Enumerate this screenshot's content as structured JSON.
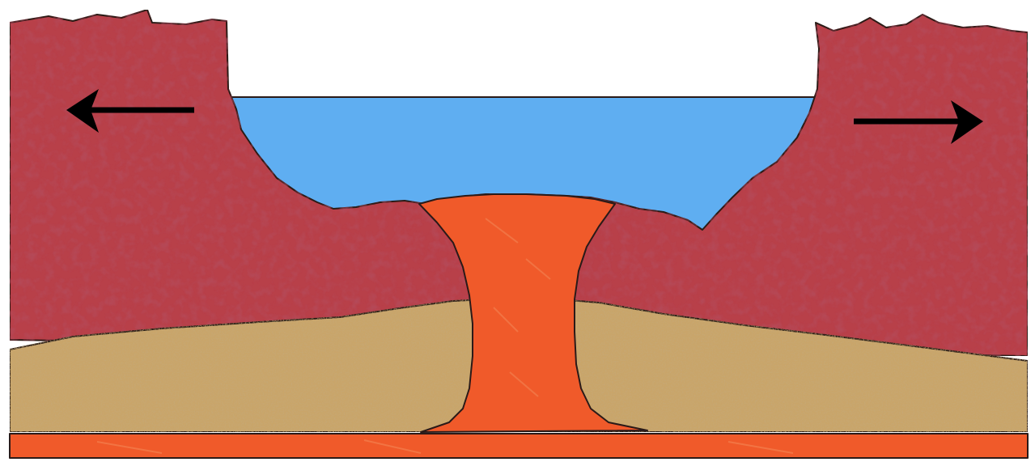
{
  "diagram": {
    "kind": "divergent-plate-boundary-cross-section",
    "layers": [
      {
        "name": "water",
        "color": "#5faef1"
      },
      {
        "name": "crust",
        "color": "#b8404a"
      },
      {
        "name": "sediment-layer",
        "color": "#c9a56a"
      },
      {
        "name": "magma",
        "color": "#f05a2a"
      }
    ],
    "arrows": [
      {
        "name": "left-arrow",
        "direction": "left",
        "color": "#000000"
      },
      {
        "name": "right-arrow",
        "direction": "right",
        "color": "#000000"
      }
    ]
  }
}
